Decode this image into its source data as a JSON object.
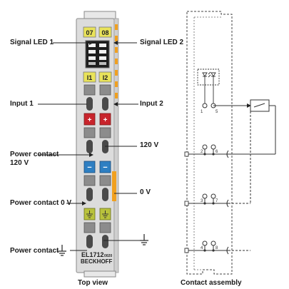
{
  "labels": {
    "signal_led_1": "Signal LED 1",
    "signal_led_2": "Signal LED 2",
    "input_1": "Input 1",
    "input_2": "Input 2",
    "v120_right": "120 V",
    "power_contact_120v_line1": "Power contact",
    "power_contact_120v_line2": "120 V",
    "v0_right": "0 V",
    "power_contact_0v": "Power contact 0 V",
    "power_contact_pe": "Power contact",
    "top_view": "Top view",
    "contact_assembly": "Contact assembly"
  },
  "module": {
    "led_left": "07",
    "led_right": "08",
    "input_left": "I1",
    "input_right": "I2",
    "model": "EL1712",
    "model_suffix": "0020",
    "brand": "BECKHOFF",
    "plus_symbol": "+",
    "minus_symbol": "−"
  },
  "contact_assembly": {
    "contact_1": "1",
    "contact_5": "5",
    "contact_2": "2",
    "contact_6": "6",
    "contact_3": "3",
    "contact_7": "7",
    "contact_4": "4",
    "contact_8": "8"
  },
  "colors": {
    "module_body": "#dcdcdc",
    "led_yellow": "#e9e35a",
    "terminal_red": "#c8242c",
    "terminal_blue": "#2e7fc2",
    "terminal_green_yellow": "#b9c23c",
    "orange_contact": "#f0a020"
  }
}
